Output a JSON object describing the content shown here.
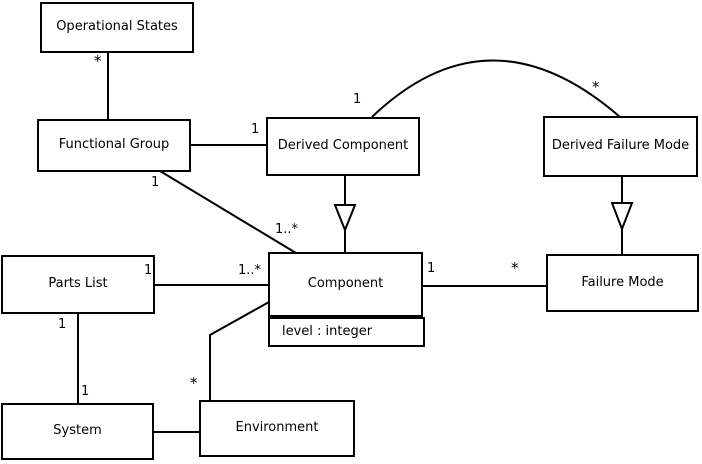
{
  "diagram": {
    "type": "uml-class-diagram",
    "background_color": "#ffffff",
    "line_color": "#000000",
    "classes": [
      {
        "name": "Operational States"
      },
      {
        "name": "Functional Group"
      },
      {
        "name": "Derived Component"
      },
      {
        "name": "Derived Failure Mode"
      },
      {
        "name": "Parts List"
      },
      {
        "name": "Component",
        "attributes": [
          "level : integer"
        ]
      },
      {
        "name": "Failure Mode"
      },
      {
        "name": "System"
      },
      {
        "name": "Environment"
      }
    ],
    "multiplicities": [
      {
        "text": "*",
        "near": "Operational States end of Functional Group association"
      },
      {
        "text": "1",
        "near": "Derived Component end of Functional Group association"
      },
      {
        "text": "1",
        "near": "Derived Component end of arc to Derived Failure Mode"
      },
      {
        "text": "*",
        "near": "Derived Failure Mode end of arc from Derived Component"
      },
      {
        "text": "1",
        "near": "Functional Group end of Component association"
      },
      {
        "text": "1..*",
        "near": "Component end of Functional Group association"
      },
      {
        "text": "1",
        "near": "Parts List end of Component association"
      },
      {
        "text": "1..*",
        "near": "Component end of Parts List association"
      },
      {
        "text": "1",
        "near": "Component end of Failure Mode association"
      },
      {
        "text": "*",
        "near": "Failure Mode end of Component association"
      },
      {
        "text": "1",
        "near": "Parts List end of System association"
      },
      {
        "text": "1",
        "near": "System end of Parts List association"
      },
      {
        "text": "*",
        "near": "Environment end of Component association"
      }
    ],
    "relationships": [
      {
        "from": "Operational States",
        "to": "Functional Group",
        "kind": "association"
      },
      {
        "from": "Functional Group",
        "to": "Derived Component",
        "kind": "association"
      },
      {
        "from": "Functional Group",
        "to": "Component",
        "kind": "association"
      },
      {
        "from": "Derived Component",
        "to": "Component",
        "kind": "generalization"
      },
      {
        "from": "Derived Component",
        "to": "Derived Failure Mode",
        "kind": "association-arc"
      },
      {
        "from": "Derived Failure Mode",
        "to": "Failure Mode",
        "kind": "generalization"
      },
      {
        "from": "Parts List",
        "to": "Component",
        "kind": "association"
      },
      {
        "from": "Component",
        "to": "Failure Mode",
        "kind": "association"
      },
      {
        "from": "Parts List",
        "to": "System",
        "kind": "association"
      },
      {
        "from": "System",
        "to": "Environment",
        "kind": "association"
      },
      {
        "from": "Environment",
        "to": "Component",
        "kind": "association"
      }
    ]
  }
}
